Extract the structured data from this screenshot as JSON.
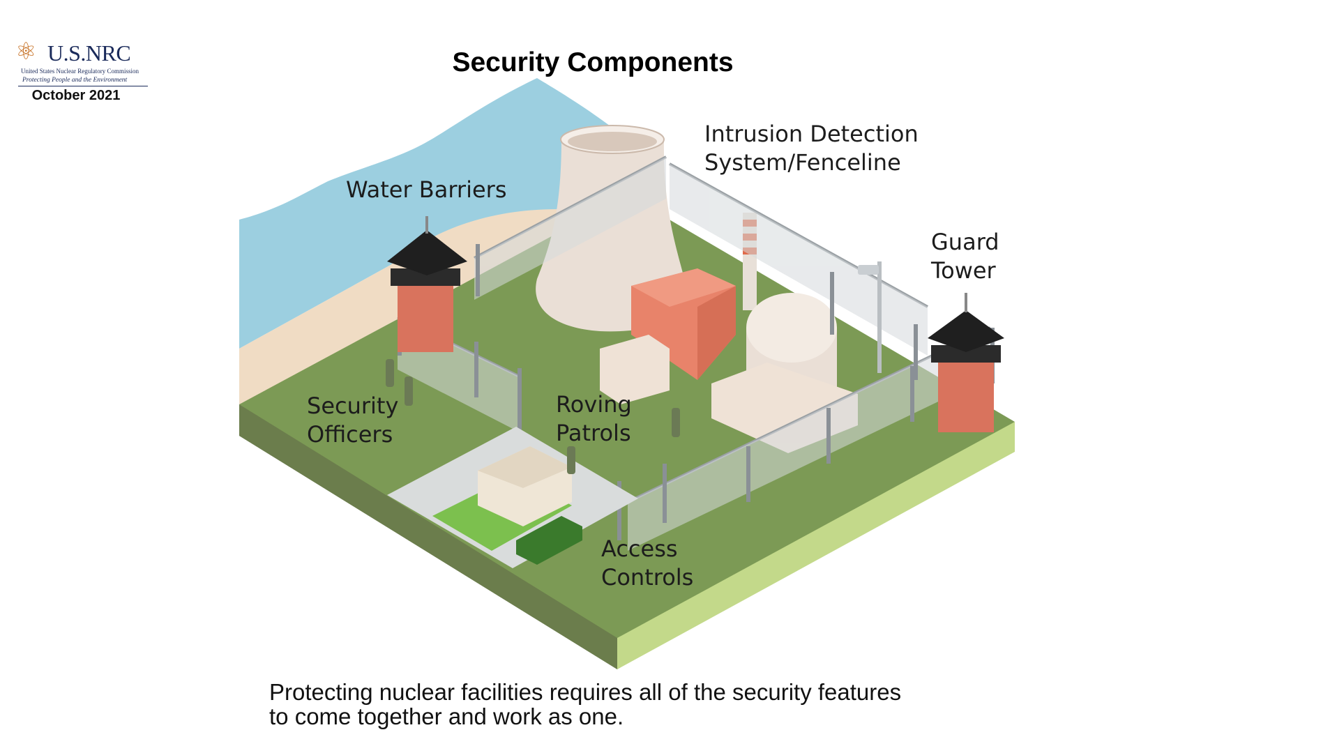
{
  "logo": {
    "wordmark": "U.S.NRC",
    "agency": "United States Nuclear Regulatory Commission",
    "tagline": "Protecting People and the Environment"
  },
  "date": "October 2021",
  "title": "Security Components",
  "labels": {
    "water_barriers": "Water Barriers",
    "intrusion_line1": "Intrusion Detection",
    "intrusion_line2": "System/Fenceline",
    "guard_line1": "Guard",
    "guard_line2": "Tower",
    "security_line1": "Security",
    "security_line2": "Officers",
    "roving_line1": "Roving",
    "roving_line2": "Patrols",
    "access_line1": "Access",
    "access_line2": "Controls"
  },
  "caption": {
    "line1": "Protecting nuclear facilities requires all of the security features",
    "line2": "to come together and work as one."
  },
  "colors": {
    "water": "#9ccfe0",
    "sand": "#f0dcc4",
    "grass": "#7c9a55",
    "base_front": "#6b7d4c",
    "base_right": "#c3d98a",
    "building": "#e8836a",
    "concrete": "#efe2d6",
    "tower_roof": "#1f1f1f",
    "tower_brick": "#d9735d"
  }
}
